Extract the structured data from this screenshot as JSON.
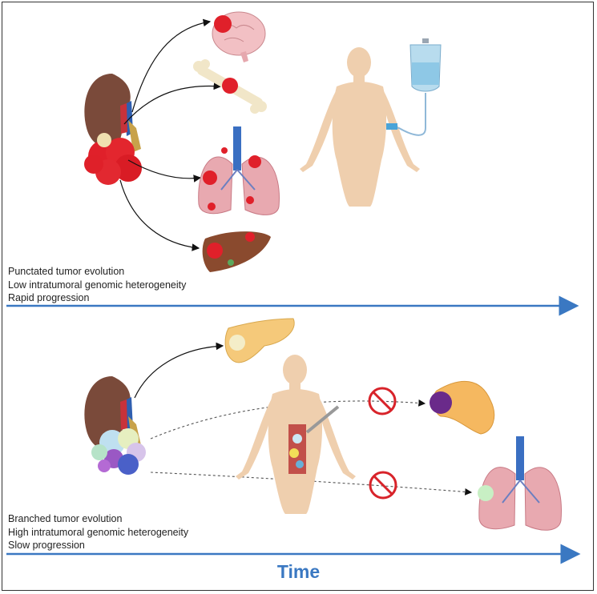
{
  "top_panel": {
    "lines": [
      "Punctated tumor evolution",
      "Low intratumoral genomic heterogeneity",
      "Rapid progression"
    ]
  },
  "bottom_panel": {
    "lines": [
      "Branched tumor evolution",
      "High intratumoral genomic heterogeneity",
      "Slow progression"
    ]
  },
  "axis": {
    "label": "Time"
  },
  "colors": {
    "arrow": "#3a78c2",
    "tumor": "#e0202a",
    "kidney": "#7a4a3a",
    "skin": "#efcfae",
    "block": "#d8232a"
  },
  "icons": [
    "kidney-icon",
    "brain-icon",
    "bone-icon",
    "lungs-icon",
    "liver-icon",
    "human-body-icon",
    "iv-bag-icon",
    "pancreas-icon",
    "no-symbol-icon"
  ]
}
